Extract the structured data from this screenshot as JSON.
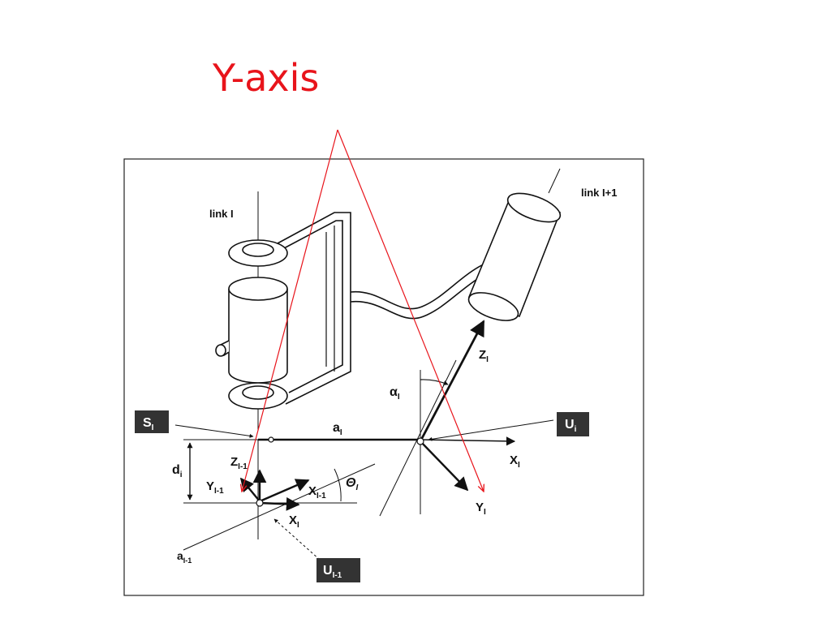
{
  "slide": {
    "title": "Y-axis"
  },
  "diagram": {
    "link_i": "link I",
    "link_i1": "link I+1",
    "s": {
      "base": "S",
      "sub": "I"
    },
    "u_i": {
      "base": "U",
      "sub": "i"
    },
    "u_i1": {
      "base": "U",
      "sub": "I-1"
    },
    "a": {
      "base": "a",
      "sub": "I"
    },
    "a_prev": {
      "base": "a",
      "sub": "I-1"
    },
    "d": {
      "base": "d",
      "sub": "i"
    },
    "z_prev": {
      "base": "Z",
      "sub": "I-1"
    },
    "y_prev": {
      "base": "Y",
      "sub": "I-1"
    },
    "x_prev": {
      "base": "X",
      "sub": "I-1"
    },
    "x_low": {
      "base": "X",
      "sub": "I"
    },
    "theta": {
      "base": "Θ",
      "sub": "I"
    },
    "alpha": {
      "base": "α",
      "sub": "I"
    },
    "z_i": {
      "base": "Z",
      "sub": "I"
    },
    "x_i": {
      "base": "X",
      "sub": "I"
    },
    "y_i": {
      "base": "Y",
      "sub": "I"
    }
  },
  "colors": {
    "annotation": "#e8141b",
    "ink": "#111111",
    "label_box": "#333333"
  }
}
